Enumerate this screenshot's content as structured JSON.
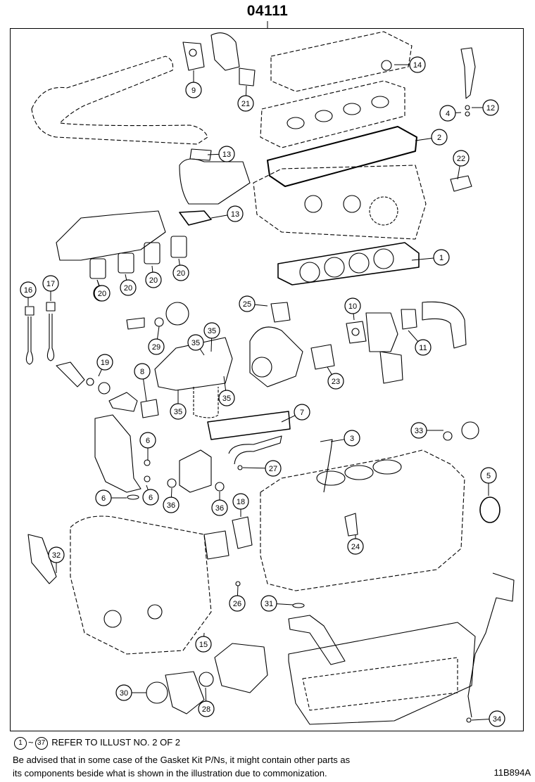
{
  "diagram": {
    "title": "04111",
    "figure_code": "11B894A",
    "note": {
      "range_start": "1",
      "range_sep": "~",
      "range_end": "37",
      "text": "REFER TO ILLUST NO. 2 OF 2"
    },
    "advisory": [
      "Be advised that in some case of the Gasket Kit P/Ns,  it might contain other parts as",
      "its components beside what is shown in the illustration due to commonization."
    ],
    "callouts": [
      "1",
      "2",
      "3",
      "4",
      "5",
      "6",
      "6",
      "6",
      "7",
      "8",
      "9",
      "10",
      "11",
      "12",
      "13",
      "13",
      "14",
      "15",
      "16",
      "17",
      "18",
      "19",
      "20",
      "20",
      "20",
      "20",
      "20",
      "21",
      "22",
      "23",
      "24",
      "25",
      "26",
      "27",
      "28",
      "29",
      "30",
      "31",
      "32",
      "33",
      "34",
      "35",
      "35",
      "35",
      "35",
      "36",
      "36"
    ]
  }
}
